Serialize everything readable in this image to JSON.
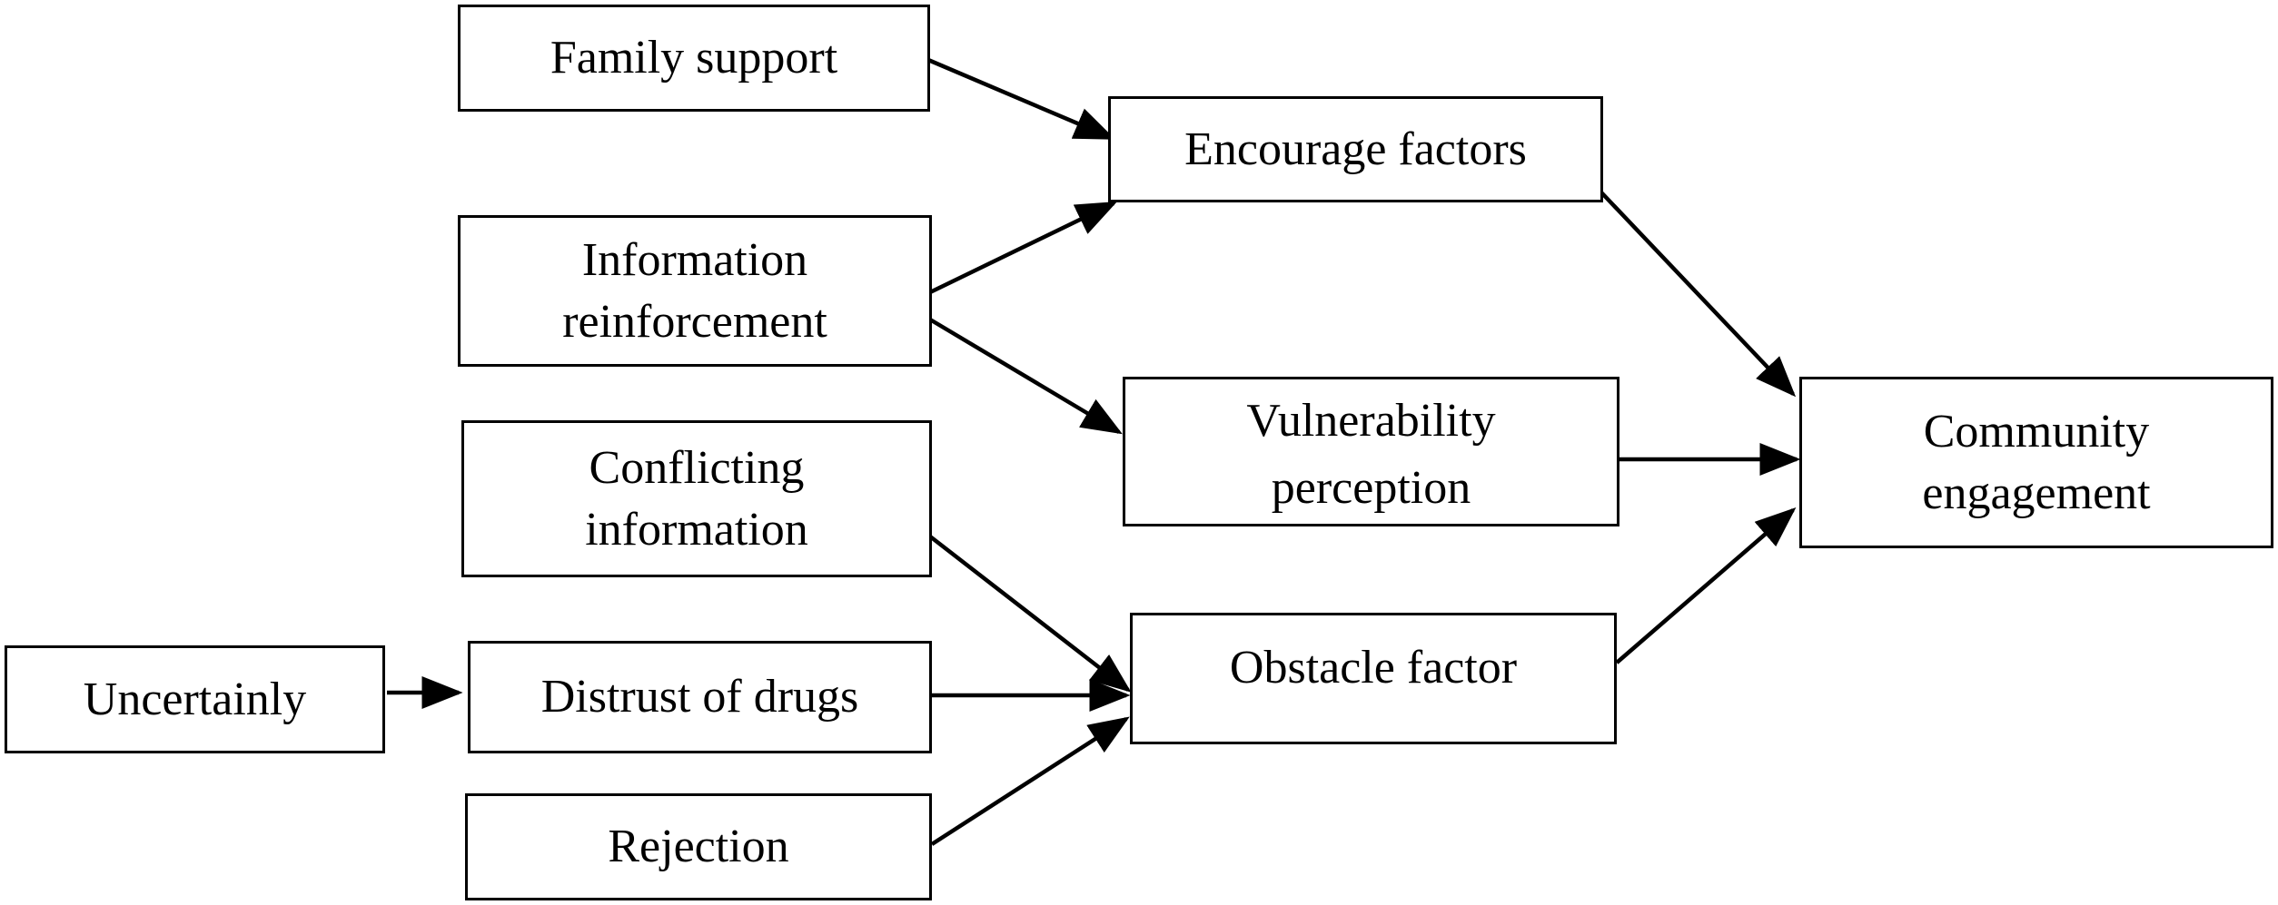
{
  "nodes": {
    "family_support": [
      "Family support"
    ],
    "information_reinforcement": [
      "Information",
      "reinforcement"
    ],
    "conflicting_information": [
      "Conflicting",
      "information"
    ],
    "uncertainly": [
      "Uncertainly"
    ],
    "distrust_of_drugs": [
      "Distrust of drugs"
    ],
    "rejection": [
      "Rejection"
    ],
    "encourage_factors": [
      "Encourage factors"
    ],
    "vulnerability_perception": [
      "Vulnerability",
      "perception"
    ],
    "obstacle_factor": [
      "Obstacle factor"
    ],
    "community_engagement": [
      "Community",
      "engagement"
    ]
  },
  "edges": [
    {
      "from": "Family support",
      "to": "Encourage factors"
    },
    {
      "from": "Information reinforcement",
      "to": "Encourage factors"
    },
    {
      "from": "Information reinforcement",
      "to": "Vulnerability perception"
    },
    {
      "from": "Conflicting information",
      "to": "Obstacle factor"
    },
    {
      "from": "Uncertainly",
      "to": "Distrust of drugs"
    },
    {
      "from": "Distrust of drugs",
      "to": "Obstacle factor"
    },
    {
      "from": "Rejection",
      "to": "Obstacle factor"
    },
    {
      "from": "Encourage factors",
      "to": "Community engagement"
    },
    {
      "from": "Vulnerability perception",
      "to": "Community engagement"
    },
    {
      "from": "Obstacle factor",
      "to": "Community engagement"
    }
  ]
}
